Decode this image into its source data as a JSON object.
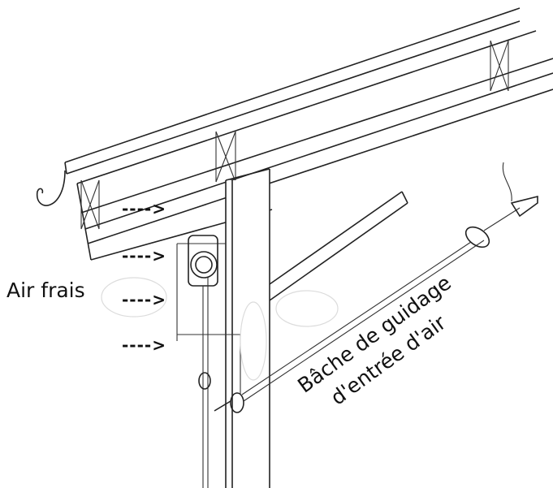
{
  "labels": {
    "fresh_air": "Air frais",
    "tarp_line1": "Bâche de guidage",
    "tarp_line2": "d'entrée d'air"
  },
  "arrows": [
    "---->",
    "---->",
    "---->",
    "---->"
  ]
}
